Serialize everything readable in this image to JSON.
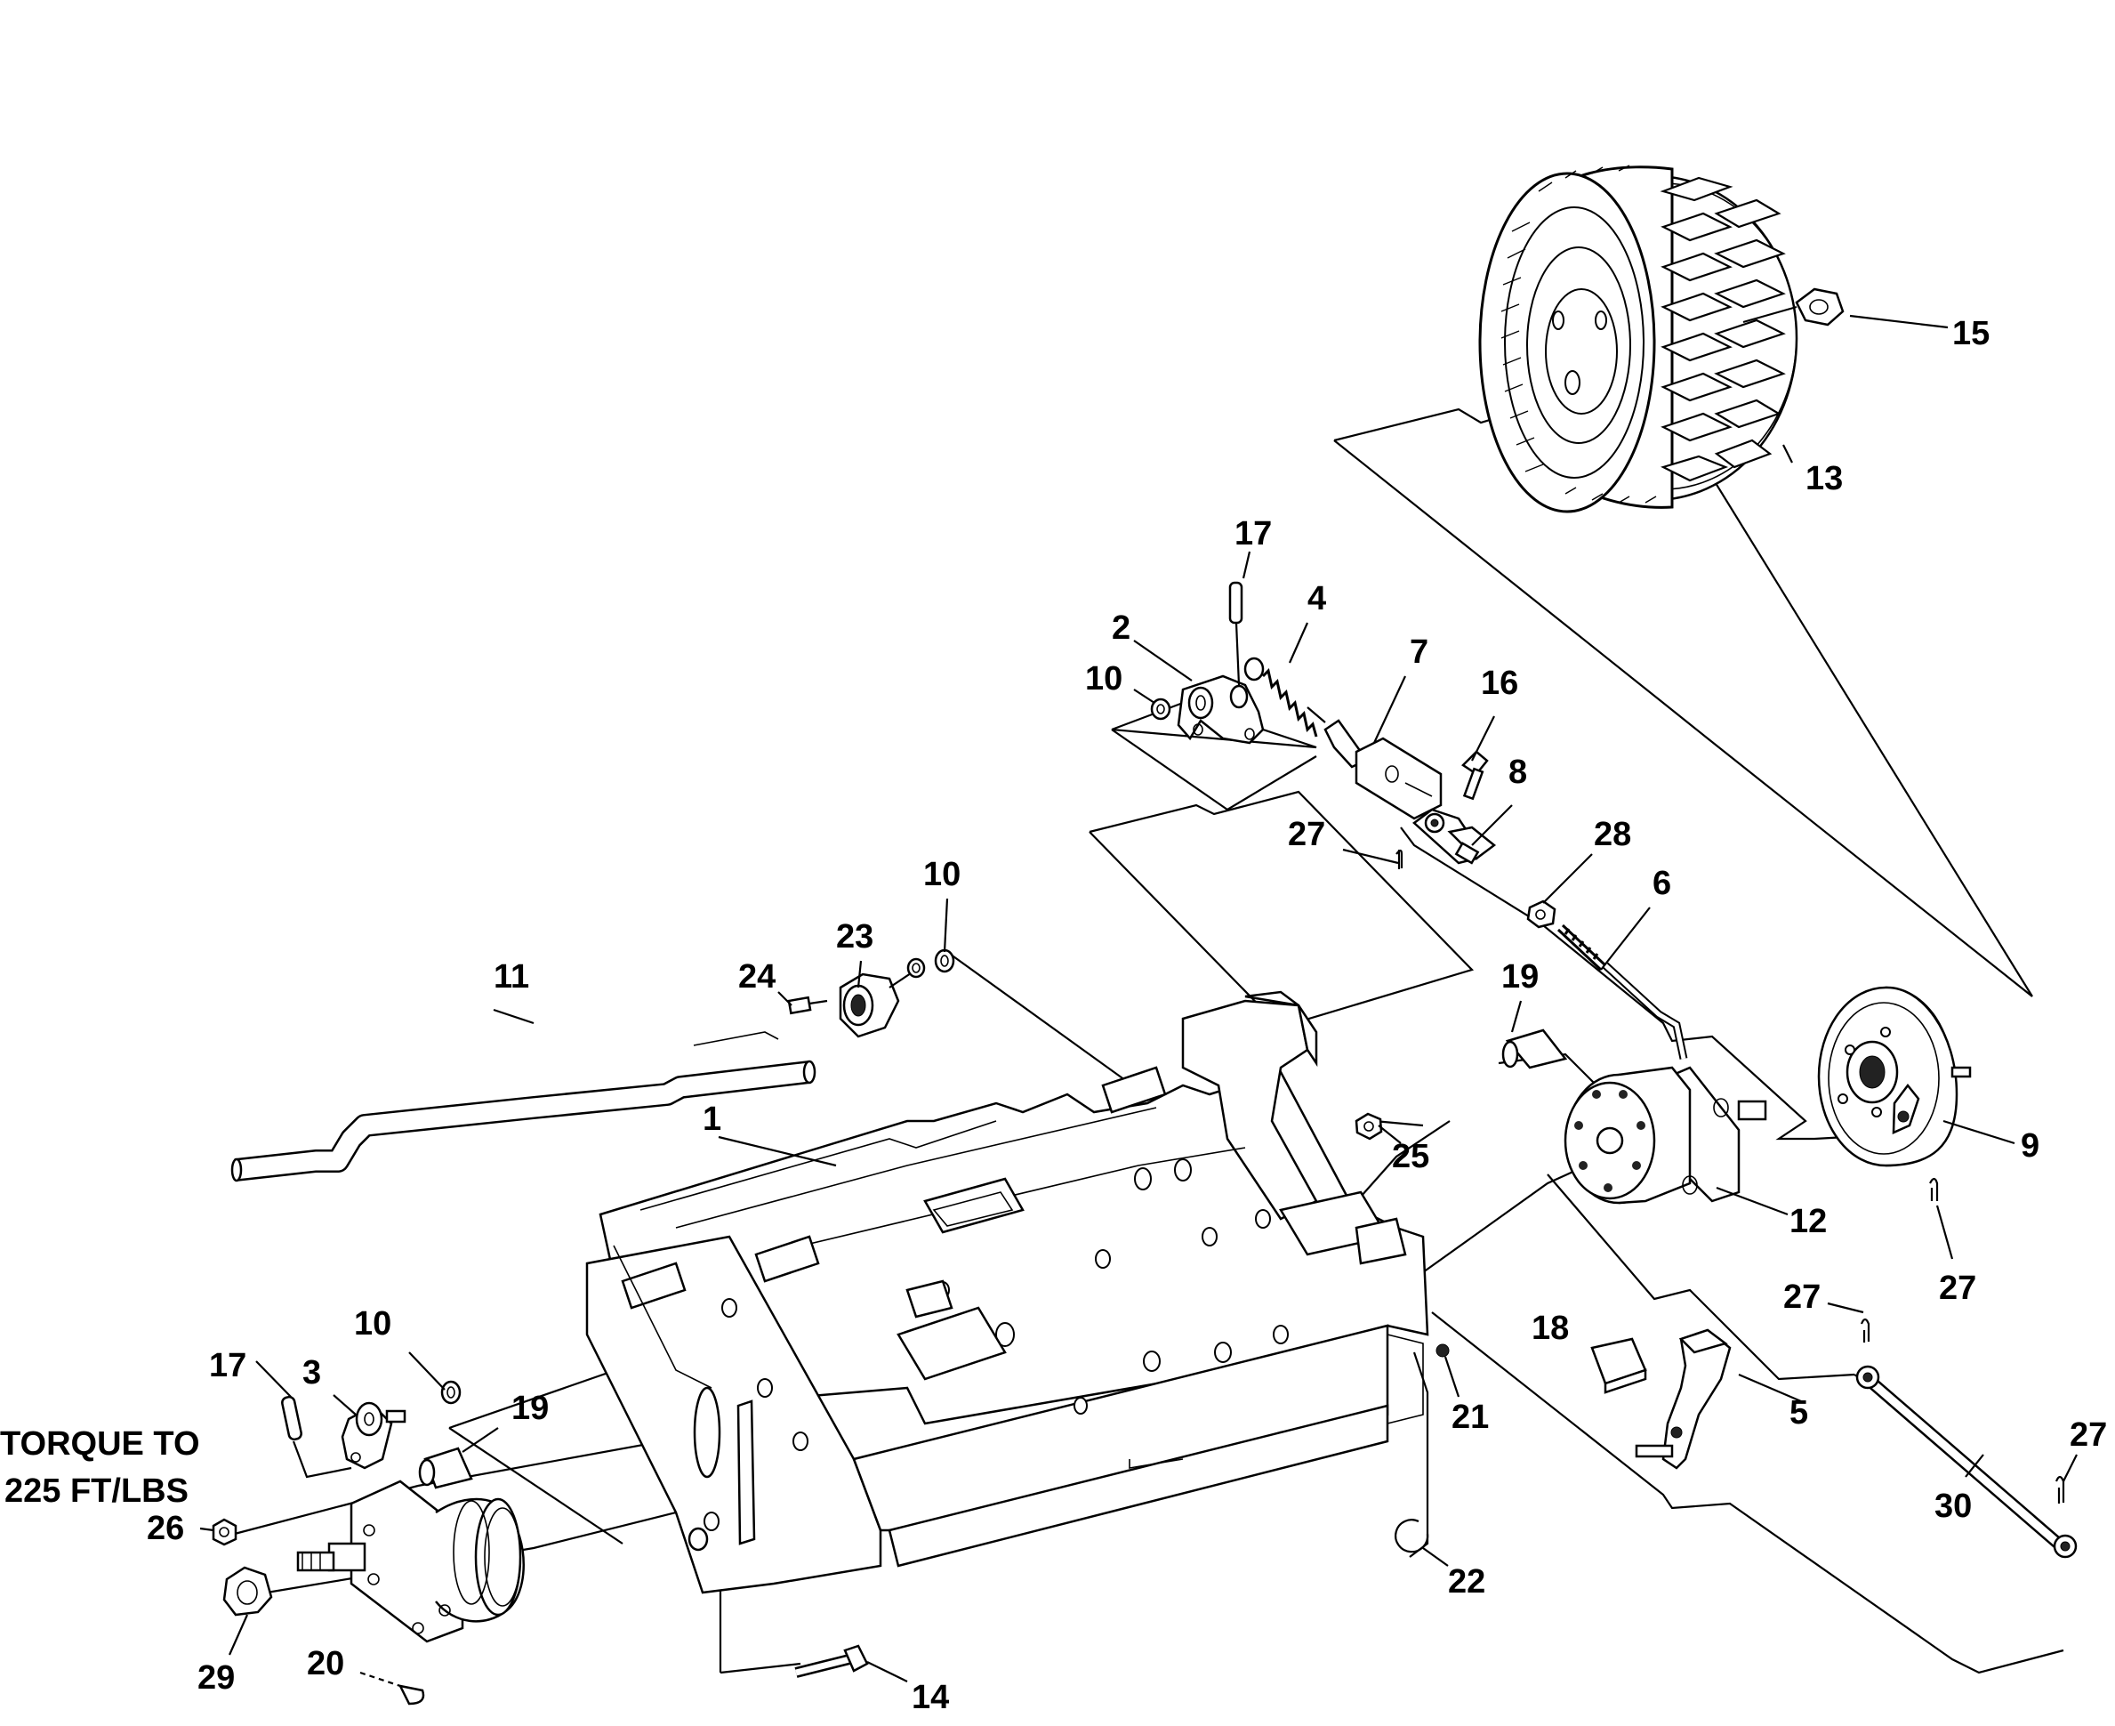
{
  "note": {
    "line1": "TORQUE TO",
    "line2": "225 FT/LBS"
  },
  "callouts": [
    {
      "id": "c13",
      "text": "13"
    },
    {
      "id": "c15",
      "text": "15"
    },
    {
      "id": "c17a",
      "text": "17"
    },
    {
      "id": "c4",
      "text": "4"
    },
    {
      "id": "c2",
      "text": "2"
    },
    {
      "id": "c7",
      "text": "7"
    },
    {
      "id": "c10a",
      "text": "10"
    },
    {
      "id": "c16",
      "text": "16"
    },
    {
      "id": "c8",
      "text": "8"
    },
    {
      "id": "c27a",
      "text": "27"
    },
    {
      "id": "c28",
      "text": "28"
    },
    {
      "id": "c6",
      "text": "6"
    },
    {
      "id": "c10b",
      "text": "10"
    },
    {
      "id": "c23",
      "text": "23"
    },
    {
      "id": "c24",
      "text": "24"
    },
    {
      "id": "c11",
      "text": "11"
    },
    {
      "id": "c19a",
      "text": "19"
    },
    {
      "id": "c1",
      "text": "1"
    },
    {
      "id": "c25",
      "text": "25"
    },
    {
      "id": "c9",
      "text": "9"
    },
    {
      "id": "c12",
      "text": "12"
    },
    {
      "id": "c27b",
      "text": "27"
    },
    {
      "id": "c27c",
      "text": "27"
    },
    {
      "id": "c18",
      "text": "18"
    },
    {
      "id": "c5",
      "text": "5"
    },
    {
      "id": "c21",
      "text": "21"
    },
    {
      "id": "c10c",
      "text": "10"
    },
    {
      "id": "c17b",
      "text": "17"
    },
    {
      "id": "c3",
      "text": "3"
    },
    {
      "id": "c19b",
      "text": "19"
    },
    {
      "id": "c26",
      "text": "26"
    },
    {
      "id": "c29",
      "text": "29"
    },
    {
      "id": "c20",
      "text": "20"
    },
    {
      "id": "c14",
      "text": "14"
    },
    {
      "id": "c22",
      "text": "22"
    },
    {
      "id": "c27d",
      "text": "27"
    },
    {
      "id": "c30",
      "text": "30"
    }
  ]
}
